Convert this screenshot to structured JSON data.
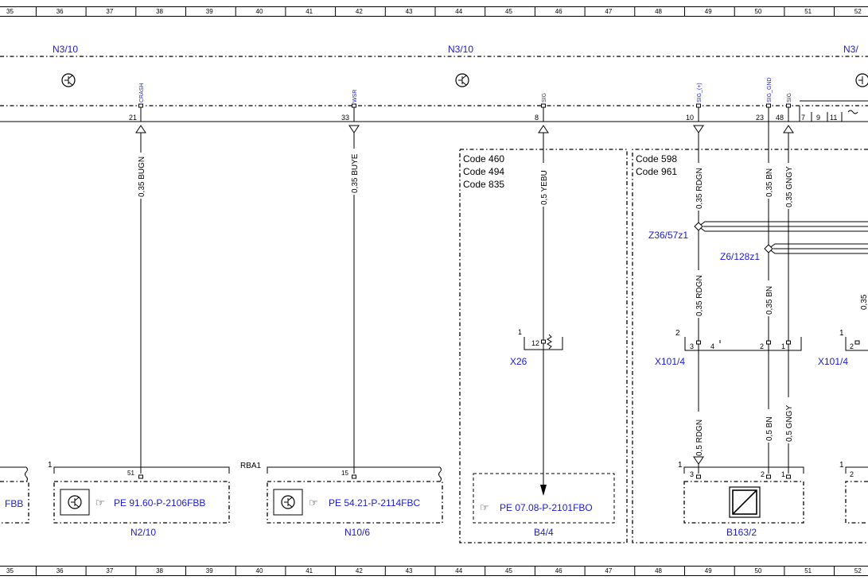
{
  "ruler": {
    "top": [
      "35",
      "36",
      "37",
      "38",
      "39",
      "40",
      "41",
      "42",
      "43",
      "44",
      "45",
      "46",
      "47",
      "48",
      "49",
      "50",
      "51",
      "52"
    ],
    "bottom": [
      "35",
      "36",
      "37",
      "38",
      "39",
      "40",
      "41",
      "42",
      "43",
      "44",
      "45",
      "46",
      "47",
      "48",
      "49",
      "50",
      "51",
      "52"
    ]
  },
  "units": {
    "n3_10_a": "N3/10",
    "n3_10_b": "N3/10",
    "n3_10_c": "N3/"
  },
  "pins": {
    "crash": {
      "signal": "CRASH",
      "number": "21"
    },
    "wsr": {
      "signal": "WSR",
      "number": "33"
    },
    "sig8": {
      "signal": "SIG",
      "number": "8"
    },
    "sig10": {
      "signal": "SIG_(+)",
      "number": "10"
    },
    "sig23": {
      "signal": "SIG_GND",
      "number": "23"
    },
    "sig48": {
      "signal": "SIG",
      "number": "48"
    },
    "p7": "7",
    "p9": "9",
    "p11": "11"
  },
  "wires": {
    "w1": "0,35 BUGN",
    "w2": "0,35 BUYE",
    "w3": "0,5 YEBU",
    "w4a": "0,35 RDGN",
    "w5a": "0,35 BN",
    "w6a": "0,35 GNGY",
    "w4b": "0,35 RDGN",
    "w5b": "0,35 BN",
    "w4c": "0,5 RDGN",
    "w5c": "0,5 BN",
    "w6c": "0,5 GNGY"
  },
  "codes": {
    "left": [
      "Code 460",
      "Code 494",
      "Code 835"
    ],
    "right": [
      "Code 598",
      "Code 961"
    ]
  },
  "nodes": {
    "z36": "Z36/57z1",
    "z6": "Z6/128z1"
  },
  "connectors": {
    "x26": {
      "label": "X26",
      "pin_a": "1",
      "pin_b": "12"
    },
    "x101_a": {
      "label": "X101/4",
      "pos": "2",
      "pin_3": "3",
      "pin_4": "4",
      "pin_2": "2",
      "pin_1": "1"
    },
    "x101_b": {
      "label": "X101/4",
      "pos": "1",
      "pin_2": "2"
    }
  },
  "components": {
    "n2_10": {
      "label": "N2/10",
      "ref": "PE 91.60-P-2106FBB",
      "pos": "1",
      "pin": "51"
    },
    "n10_6": {
      "label": "N10/6",
      "ref": "PE 54.21-P-2114FBC",
      "rba": "RBA1",
      "pin": "15"
    },
    "b4_4": {
      "label": "B4/4",
      "ref": "PE 07.08-P-2101FBO"
    },
    "b163_2": {
      "label": "B163/2",
      "pos": "1",
      "pin_3": "3",
      "pin_2": "2",
      "pin_1": "1"
    },
    "partial_left": "FBB",
    "partial_right_pos": "1",
    "partial_right_pin": "2"
  },
  "colors": {
    "label_blue": "#1a1adc",
    "line": "#000000"
  }
}
